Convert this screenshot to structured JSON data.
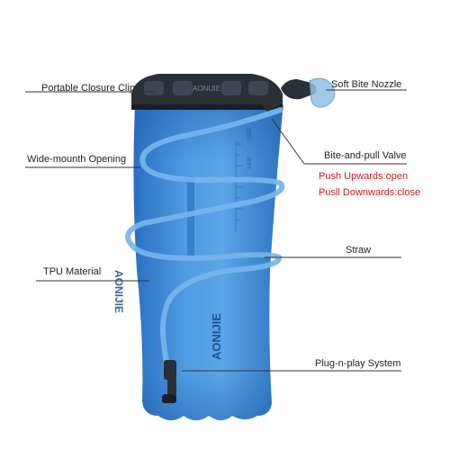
{
  "labels": {
    "closure_clip": "Portable Closure Clip",
    "opening": "Wide-mounth Opening",
    "tpu": "TPU Material",
    "nozzle": "Soft Bite Nozzle",
    "valve": "Bite-and-pull Valve",
    "push": "Push Upwards:open",
    "pull": "Pusll Downwards:close",
    "straw": "Straw",
    "plug": "Plug-n-play System"
  },
  "product_text": {
    "brand_side": "AONIJIE",
    "brand_front": "AONIJIE",
    "scale_top": "1500",
    "scale_mid": "1400",
    "cap_text": "AONIJIE"
  },
  "colors": {
    "bladder": "#4f9be0",
    "bladder_dark": "#2d72c0",
    "tube": "#6fb2ea",
    "clip": "#2b2f36",
    "label_red": "#cc1a1a",
    "line": "#333333"
  }
}
